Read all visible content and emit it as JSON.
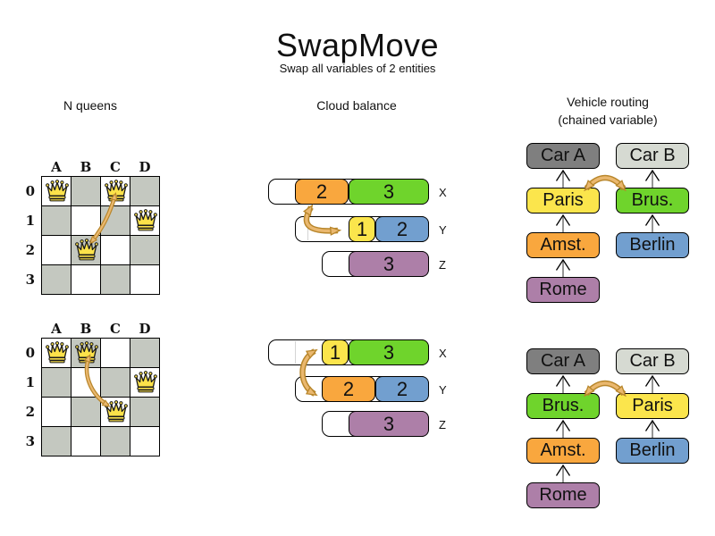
{
  "title": "SwapMove",
  "subtitle": "Swap all variables of 2 entities",
  "colors": {
    "orange": "#F9A73E",
    "green": "#6FD42C",
    "yellow": "#FBE54C",
    "blue": "#729FCF",
    "purple": "#AD7FA8",
    "dark_gray": "#7F7F7F",
    "light_gray": "#D6DAD2",
    "board_dark": "#C4C8C0",
    "board_light": "#FFFFFF",
    "queen_gold": "#FCE24A",
    "swap_arrow_fill": "#EAB86F",
    "swap_arrow_outline": "#B8862B"
  },
  "nqueens": {
    "label": "N queens",
    "columns": [
      "A",
      "B",
      "C",
      "D"
    ],
    "rows": [
      "0",
      "1",
      "2",
      "3"
    ],
    "before": {
      "queens": [
        "A0",
        "C0",
        "D1",
        "B2"
      ],
      "swap_between": [
        "C0",
        "B2"
      ]
    },
    "after": {
      "queens": [
        "A0",
        "B0",
        "D1",
        "C2"
      ],
      "swap_between": [
        "B0",
        "C2"
      ]
    }
  },
  "cloud": {
    "label": "Cloud balance",
    "before": [
      {
        "computer": "X",
        "processes": [
          {
            "value": 2,
            "color": "orange"
          },
          {
            "value": 3,
            "color": "green"
          }
        ]
      },
      {
        "computer": "Y",
        "processes": [
          {
            "value": 1,
            "color": "yellow"
          },
          {
            "value": 2,
            "color": "blue"
          }
        ]
      },
      {
        "computer": "Z",
        "processes": [
          {
            "value": 3,
            "color": "purple"
          }
        ]
      }
    ],
    "after": [
      {
        "computer": "X",
        "processes": [
          {
            "value": 1,
            "color": "yellow"
          },
          {
            "value": 3,
            "color": "green"
          }
        ]
      },
      {
        "computer": "Y",
        "processes": [
          {
            "value": 2,
            "color": "orange"
          },
          {
            "value": 2,
            "color": "blue"
          }
        ]
      },
      {
        "computer": "Z",
        "processes": [
          {
            "value": 3,
            "color": "purple"
          }
        ]
      }
    ],
    "swap_between": [
      "2",
      "1"
    ]
  },
  "vehicle": {
    "label": "Vehicle routing",
    "sublabel": "(chained variable)",
    "before": {
      "left": [
        {
          "label": "Car A",
          "color": "dark_gray"
        },
        {
          "label": "Paris",
          "color": "yellow"
        },
        {
          "label": "Amst.",
          "color": "orange"
        },
        {
          "label": "Rome",
          "color": "purple"
        }
      ],
      "right": [
        {
          "label": "Car B",
          "color": "light_gray"
        },
        {
          "label": "Brus.",
          "color": "green"
        },
        {
          "label": "Berlin",
          "color": "blue"
        }
      ],
      "swap_between": [
        "Paris",
        "Brus."
      ]
    },
    "after": {
      "left": [
        {
          "label": "Car A",
          "color": "dark_gray"
        },
        {
          "label": "Brus.",
          "color": "green"
        },
        {
          "label": "Amst.",
          "color": "orange"
        },
        {
          "label": "Rome",
          "color": "purple"
        }
      ],
      "right": [
        {
          "label": "Car B",
          "color": "light_gray"
        },
        {
          "label": "Paris",
          "color": "yellow"
        },
        {
          "label": "Berlin",
          "color": "blue"
        }
      ],
      "swap_between": [
        "Brus.",
        "Paris"
      ]
    }
  }
}
